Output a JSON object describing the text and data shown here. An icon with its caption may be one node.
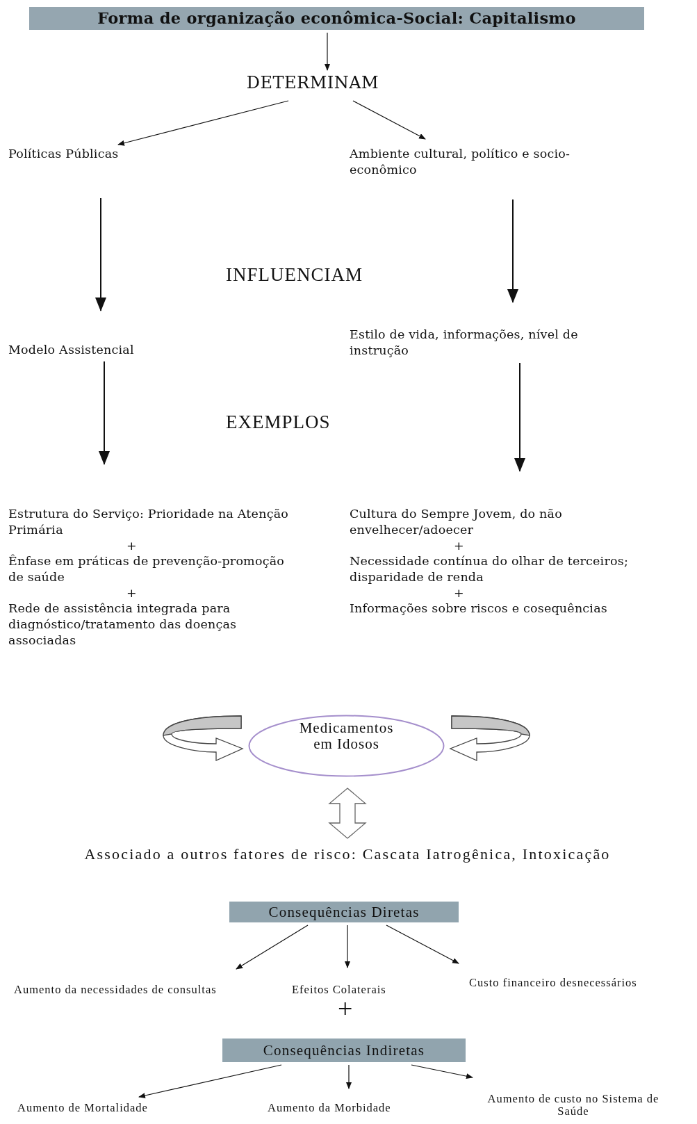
{
  "diagram": {
    "nodes": [
      {
        "text": [
          "Forma de organização econômica-Social: Capitalismo"
        ]
      },
      {
        "text": [
          "DETERMINAM"
        ]
      },
      {
        "text": [
          "Políticas Públicas"
        ]
      },
      {
        "text": [
          "Ambiente cultural, político e socio-econômico"
        ]
      },
      {
        "text": [
          "Modelo Assistencial"
        ]
      },
      {
        "text": [
          "Estilo de vida, informações, nível de instrução"
        ]
      },
      {
        "text": [
          "Estrutura do Serviço: Prioridade na Atenção Primária",
          "+",
          "Ênfase em práticas de prevenção-promoção de saúde",
          "+",
          "Rede de assistência integrada para diagnóstico/tratamento das doenças associadas"
        ]
      },
      {
        "text": [
          "Cultura do Sempre Jovem, do não envelhecer/adoecer",
          "+",
          "Necessidade contínua do olhar de terceiros; disparidade de renda",
          "+",
          "Informações sobre riscos e cosequências"
        ]
      },
      {
        "text": [
          "Medicamentos em Idosos"
        ]
      },
      {
        "text": [
          "Associado a outros fatores de risco: Cascata Iatrogênica, Intoxicação"
        ]
      },
      {
        "text": [
          "Consequências Diretas"
        ]
      },
      {
        "text": [
          "Aumento da necessidades de consultas"
        ]
      },
      {
        "text": [
          "Efeitos Colaterais"
        ]
      },
      {
        "text": [
          "Custo financeiro desnecessários"
        ]
      },
      {
        "text": [
          "Consequências Indiretas"
        ]
      },
      {
        "text": [
          "Aumento de Mortalidade"
        ]
      },
      {
        "text": [
          "Aumento da Morbidade"
        ]
      },
      {
        "text": [
          "Aumento de custo no Sistema de Saúde"
        ]
      }
    ],
    "edges": [
      {
        "from": 0,
        "to": 1,
        "arrow": "to"
      },
      {
        "from": 1,
        "to": 2,
        "arrow": "to"
      },
      {
        "from": 1,
        "to": 3,
        "arrow": "to"
      },
      {
        "from": 2,
        "to": 4,
        "arrow": "to"
      },
      {
        "from": 3,
        "to": 5,
        "arrow": "to"
      },
      {
        "from": 4,
        "to": 6,
        "arrow": "to"
      },
      {
        "from": 5,
        "to": 7,
        "arrow": "to"
      },
      {
        "from": null,
        "to": 8,
        "arrow": "to"
      },
      {
        "from": null,
        "to": 8,
        "arrow": "to"
      },
      {
        "from": 8,
        "to": 9,
        "arrow": "both"
      },
      {
        "from": 10,
        "to": 11,
        "arrow": "to"
      },
      {
        "from": 10,
        "to": 12,
        "arrow": "to"
      },
      {
        "from": 10,
        "to": 13,
        "arrow": "to"
      },
      {
        "from": 14,
        "to": 15,
        "arrow": "to"
      },
      {
        "from": 14,
        "to": 16,
        "arrow": "to"
      },
      {
        "from": 14,
        "to": 17,
        "arrow": "to"
      }
    ],
    "labels": [
      "INFLUENCIAM",
      "EXEMPLOS",
      "+"
    ]
  }
}
